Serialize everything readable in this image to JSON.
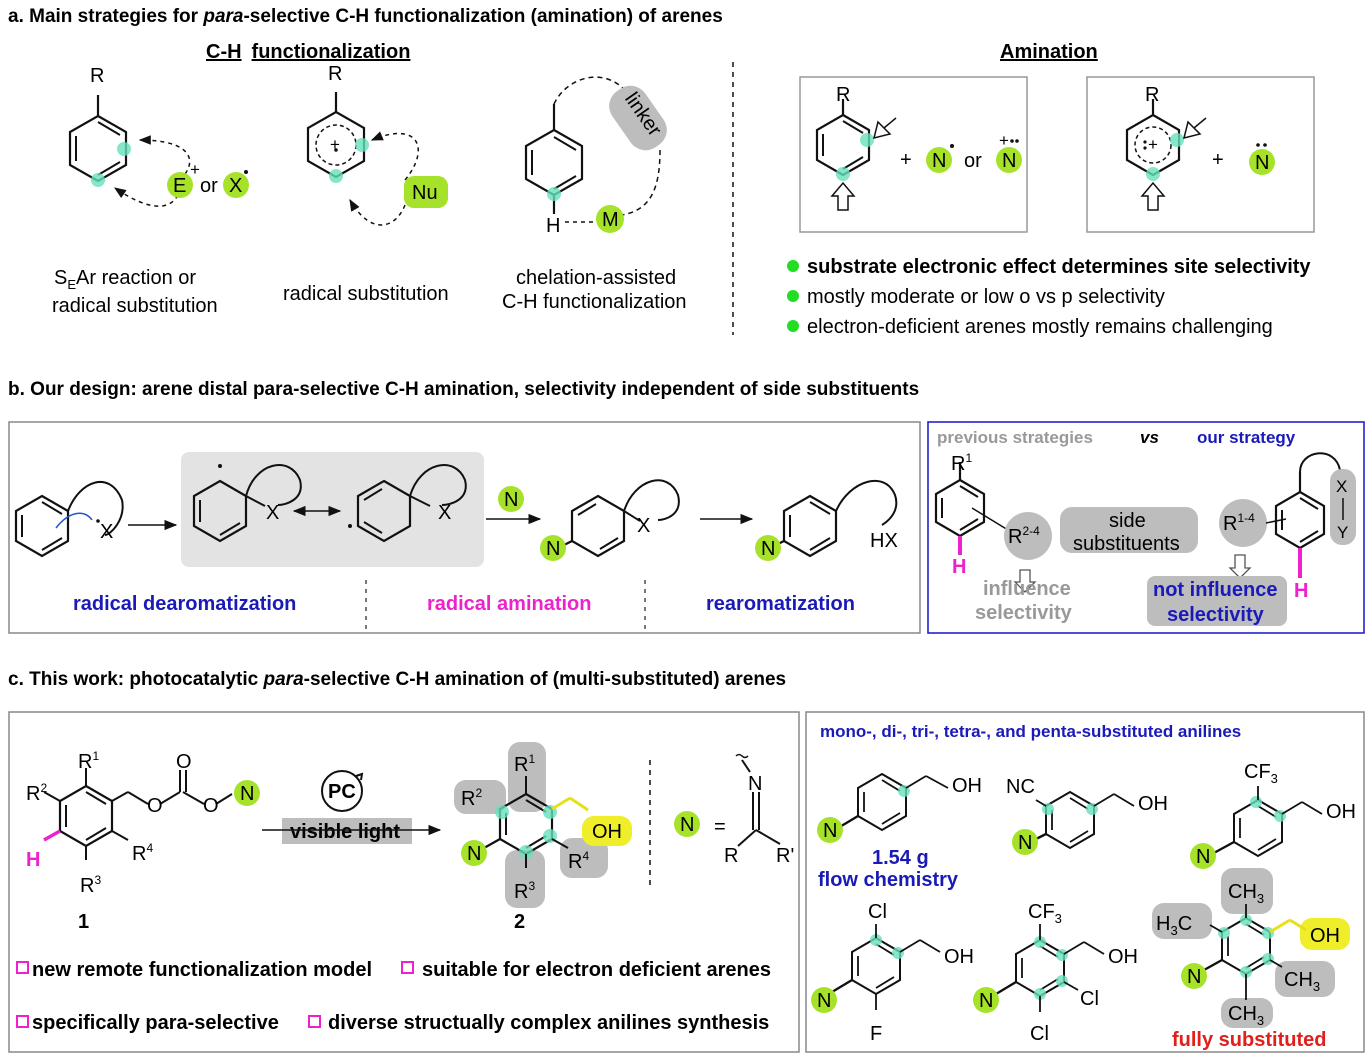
{
  "section_a": {
    "title_prefix": "a. Main strategies for ",
    "title_italic": "para",
    "title_suffix": "-selective C-H functionalization (amination) of arenes",
    "ch_heading_part1": "C-H",
    "ch_heading_part2": "functionalization",
    "amination_heading": "Amination",
    "strategy1": {
      "R": "R",
      "E": "E",
      "plus": "+",
      "or": "or",
      "X": "X",
      "caption_line1_pre": "S",
      "caption_line1_sub": "E",
      "caption_line1_post": "Ar reaction or",
      "caption_line2": "radical substitution"
    },
    "strategy2": {
      "R": "R",
      "nu": "Nu",
      "caption": "radical substitution"
    },
    "strategy3": {
      "linker": "linker",
      "H": "H",
      "M": "M",
      "caption_line1": "chelation-assisted",
      "caption_line2": "C-H functionalization"
    },
    "amination_box1": {
      "R": "R",
      "plus": "+",
      "N1": "N",
      "or": "or",
      "N2": "N"
    },
    "amination_box2": {
      "R": "R",
      "plus": "+",
      "N": "N"
    },
    "bullets": [
      "substrate electronic effect determines site selectivity",
      "mostly moderate or low o vs p selectivity",
      "electron-deficient arenes mostly remains challenging"
    ],
    "bullet_color": "#22dd22"
  },
  "section_b": {
    "title": "b. Our design: arene distal para-selective C-H amination, selectivity independent of side substituents",
    "X1": "X",
    "X2": "X",
    "X3": "X",
    "X4": "X",
    "HX": "HX",
    "N_reagent": "N",
    "N_product": "N",
    "N_final": "N",
    "step1": "radical dearomatization",
    "step2": "radical amination",
    "step3": "rearomatization",
    "step1_color": "#1a1ab8",
    "step2_color": "#ee22cc",
    "compare": {
      "previous": "previous strategies",
      "vs": "vs",
      "ours": "our strategy",
      "R1": "R",
      "R1_sup": "1",
      "R24": "R",
      "R24_sup": "2-4",
      "side_line1": "side",
      "side_line2": "substituents",
      "R14": "R",
      "R14_sup": "1-4",
      "XY_X": "X",
      "XY_Y": "Y",
      "H_left": "H",
      "H_right": "H",
      "influence_line1": "influence",
      "influence_line2": "selectivity",
      "not_influence_line1": "not influence",
      "not_influence_line2": "selectivity"
    }
  },
  "section_c": {
    "title_prefix": "c. This work: photocatalytic ",
    "title_italic": "para",
    "title_suffix": "-selective C-H amination of (multi-substituted) arenes",
    "reactant": {
      "R1": "R",
      "R1s": "1",
      "R2": "R",
      "R2s": "2",
      "R3": "R",
      "R3s": "3",
      "R4": "R",
      "R4s": "4",
      "O1": "O",
      "O2": "O",
      "O3": "O",
      "N": "N",
      "H": "H",
      "label": "1"
    },
    "catalyst": "PC",
    "condition": "visible light",
    "product": {
      "R1": "R",
      "R1s": "1",
      "R2": "R",
      "R2s": "2",
      "R3": "R",
      "R3s": "3",
      "R4": "R",
      "R4s": "4",
      "OH": "OH",
      "N": "N",
      "label": "2"
    },
    "legend": {
      "N": "N",
      "eq": "=",
      "N_atom": "N",
      "R": "R",
      "Rp": "R'"
    },
    "features": [
      "new remote functionalization model",
      "suitable for electron deficient arenes",
      "specifically para-selective",
      "diverse structually complex anilines synthesis"
    ],
    "feature_italic": "para",
    "examples_title": "mono-, di-, tri-, tetra-, and penta-substituted anilines",
    "ex1": {
      "OH": "OH",
      "N": "N",
      "scale": "1.54 g",
      "note": "flow chemistry"
    },
    "ex2": {
      "NC": "NC",
      "OH": "OH",
      "N": "N"
    },
    "ex3": {
      "CF3": "CF",
      "CF3s": "3",
      "OH": "OH",
      "N": "N"
    },
    "ex4": {
      "Cl": "Cl",
      "F": "F",
      "OH": "OH",
      "N": "N"
    },
    "ex5": {
      "CF3": "CF",
      "CF3s": "3",
      "OH": "OH",
      "Cl1": "Cl",
      "Cl2": "Cl",
      "N": "N"
    },
    "ex6": {
      "CH3a": "CH",
      "CH3as": "3",
      "H3C": "H",
      "H3Cs": "3",
      "H3Cc": "C",
      "OH": "OH",
      "CH3b": "CH",
      "CH3bs": "3",
      "CH3c": "CH",
      "CH3cs": "3",
      "N": "N",
      "note": "fully substituted"
    },
    "blue": "#1a1ab8",
    "red": "#e0201a",
    "magenta": "#ee22cc",
    "green_badge": "#a6e22a",
    "teal_dot": "#66e0bb",
    "yellow": "#f0ee2a"
  }
}
